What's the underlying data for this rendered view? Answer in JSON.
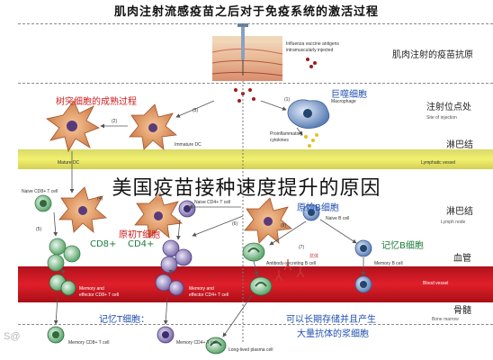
{
  "title": "肌肉注射流感疫苗之后对于免疫系统的激活过程",
  "caption": "美国疫苗接种速度提升的原因",
  "rows": [
    {
      "cn": "肌肉注射的疫苗抗原",
      "en": ""
    },
    {
      "cn": "注射位点处",
      "en": "Site of injection"
    },
    {
      "cn": "淋巴结",
      "en": ""
    },
    {
      "cn": "淋巴结",
      "en": "Lymph node"
    },
    {
      "cn": "血管",
      "en": ""
    },
    {
      "cn": "骨髓",
      "en": "Bone marrow"
    }
  ],
  "band_labels": {
    "lymphatic": "Lymphatic vessel",
    "blood": "Blood vessel"
  },
  "injection": {
    "l1": "Influenza vaccine antigens",
    "l2": "intramuscularly injected"
  },
  "cells": {
    "mature_dc": {
      "cn": "树突细胞的成熟过程",
      "en": "Mature DC"
    },
    "immature_dc": {
      "en": "Immature DC"
    },
    "macrophage": {
      "cn": "巨噬细胞",
      "en": "Macrophage"
    },
    "cytokines": {
      "en1": "Proinflammatory",
      "en2": "cytokines"
    },
    "naive_cd8": {
      "en": "Naive CD8+ T cell"
    },
    "naive_cd4": {
      "en": "Naive CD4+ T cell"
    },
    "naive_b": {
      "cn": "原始B细胞",
      "en": "Naive B cell"
    },
    "effector": {
      "cn": "原初T细胞",
      "cd8": "CD8+",
      "cd4": "CD4+"
    },
    "memory_b": {
      "cn": "记忆B细胞",
      "en": "Memory B cell"
    },
    "antibody": {
      "en": "Antibody-secreting B cell",
      "cn": "抗体"
    },
    "eff_cd8": {
      "en1": "Memory and",
      "en2": "effector CD8+ T cell"
    },
    "eff_cd4": {
      "en1": "Memory and",
      "en2": "effector CD4+ T cell"
    },
    "memory_t": {
      "cn": "记忆T细胞：",
      "cd8": "Memory CD8+ T cell",
      "cd4": "Memory CD4+ T cell"
    },
    "plasma": {
      "en": "Long-lived plasma cell",
      "cn1": "可以长期存储并且产生",
      "cn2": "大量抗体的浆细胞"
    }
  },
  "steps": [
    "(1)",
    "(2)",
    "(3)",
    "(4)",
    "(5)",
    "(6)",
    "(7)",
    "(8)"
  ],
  "watermark": "S@"
}
